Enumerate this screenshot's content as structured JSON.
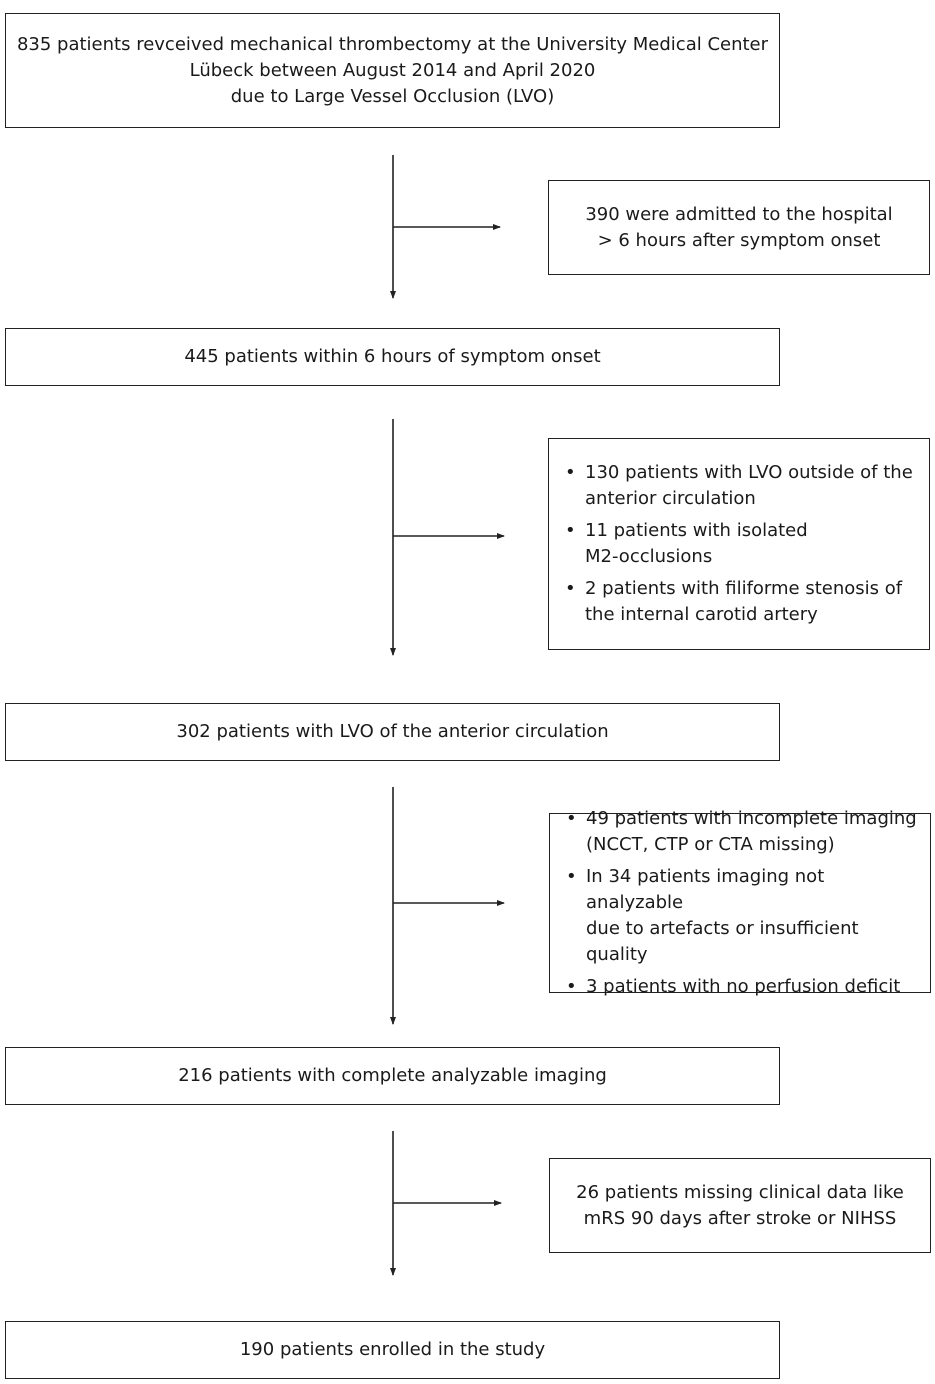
{
  "main_flow": [
    {
      "id": "step-1",
      "lines": [
        "835 patients revceived mechanical thrombectomy at the University Medical Center",
        "Lübeck between August 2014 and April 2020",
        "due to Large Vessel Occlusion (LVO)"
      ]
    },
    {
      "id": "step-2",
      "lines": [
        "445 patients within 6 hours of symptom onset"
      ]
    },
    {
      "id": "step-3",
      "lines": [
        "302 patients with LVO of the anterior circulation"
      ]
    },
    {
      "id": "step-4",
      "lines": [
        "216 patients with complete analyzable imaging"
      ]
    },
    {
      "id": "step-5",
      "lines": [
        "190 patients enrolled in the study"
      ]
    }
  ],
  "exclusions": [
    {
      "id": "excl-1",
      "lines": [
        "390 were admitted to the hospital",
        "> 6 hours after symptom onset"
      ]
    },
    {
      "id": "excl-2",
      "bullets": [
        [
          "130 patients with LVO outside of the",
          "anterior circulation"
        ],
        [
          "11 patients with isolated",
          "M2-occlusions"
        ],
        [
          "2 patients with filiforme stenosis of",
          "the internal carotid artery"
        ]
      ]
    },
    {
      "id": "excl-3",
      "bullets": [
        [
          "49 patients with incomplete imaging",
          "(NCCT, CTP or CTA missing)"
        ],
        [
          "In 34 patients imaging not analyzable",
          "due to artefacts or insufficient quality"
        ],
        [
          "3 patients with no perfusion deficit"
        ]
      ]
    },
    {
      "id": "excl-4",
      "lines": [
        "26 patients missing clinical data like",
        "mRS 90 days after stroke or NIHSS"
      ]
    }
  ],
  "bullet_symbol": "•"
}
